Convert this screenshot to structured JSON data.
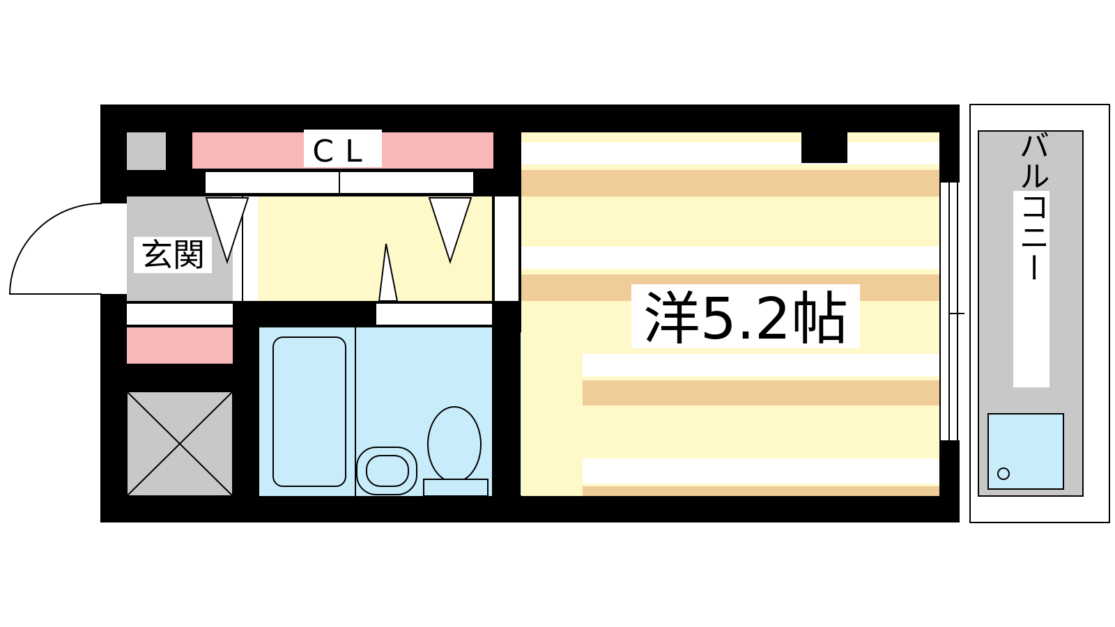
{
  "labels": {
    "closet": "CL",
    "entrance": "玄関",
    "room": "洋5.2帖",
    "balcony": "バルコニー"
  },
  "colors": {
    "wall": "#000000",
    "closet": "#f8b8b8",
    "floor_yellow": "#fff8c8",
    "floor_stripe": "#f0cc98",
    "bath_blue": "#c8ecfa",
    "gray": "#c8c8c8"
  }
}
